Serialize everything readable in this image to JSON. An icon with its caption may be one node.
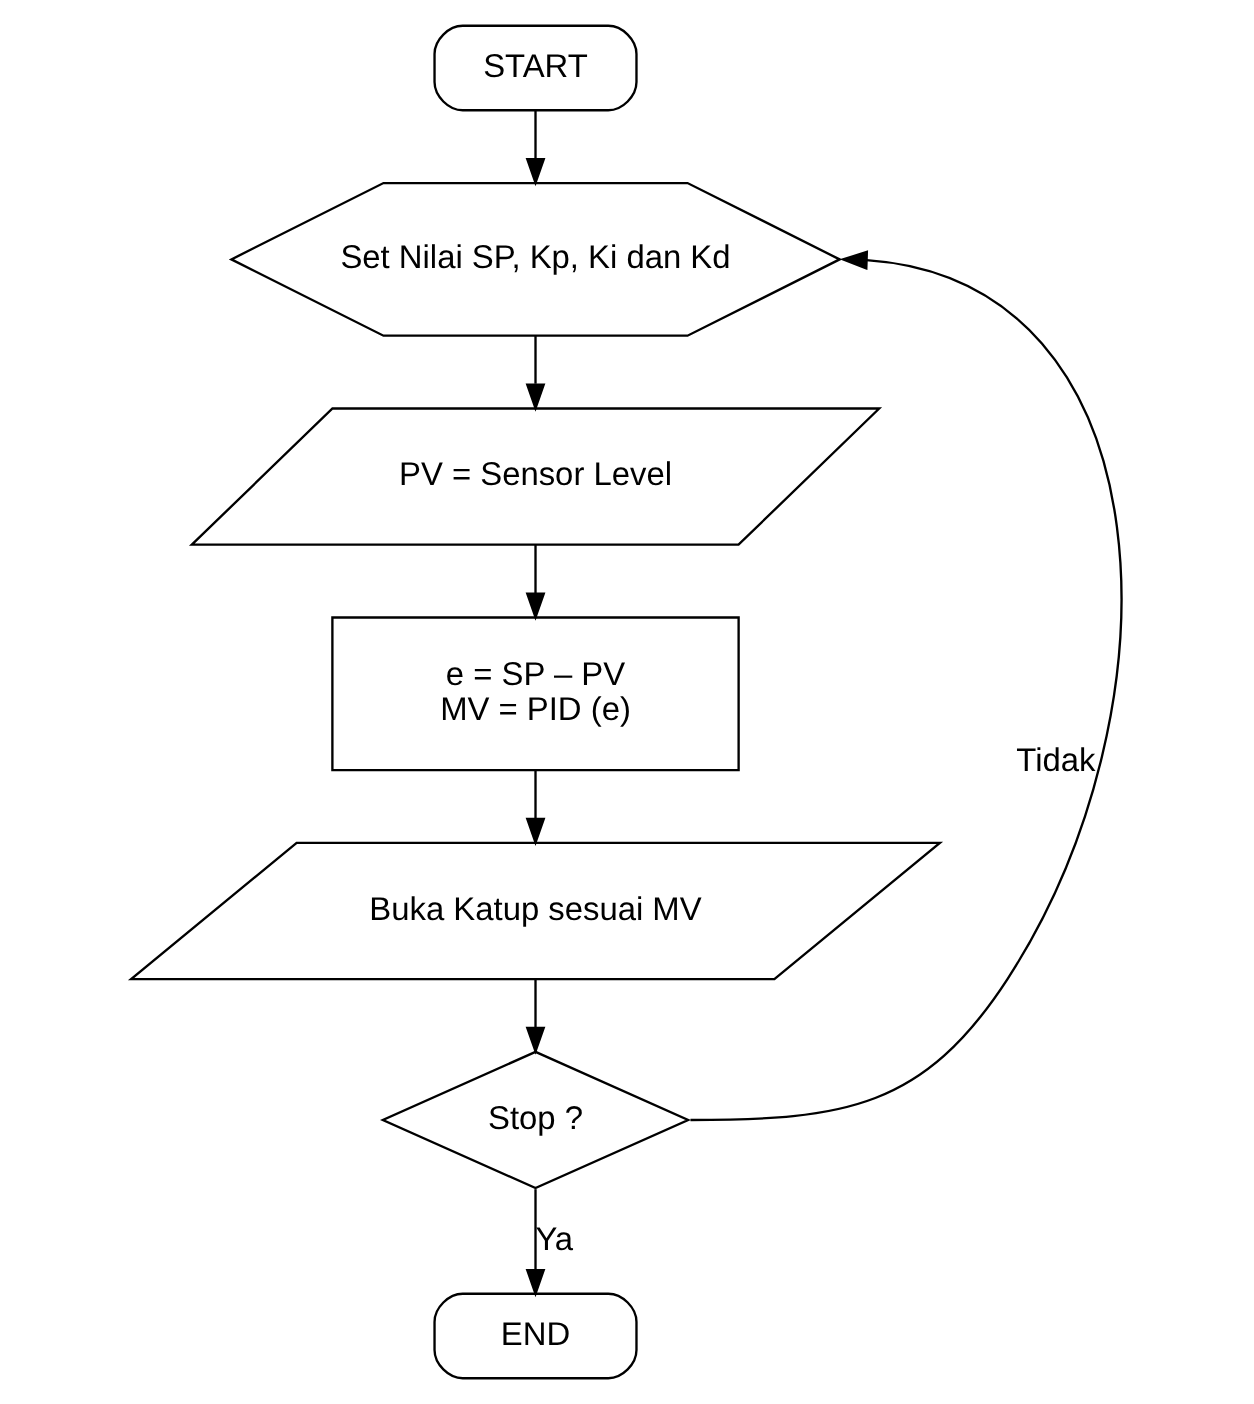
{
  "diagram": {
    "nodes": [
      {
        "text": [
          "START"
        ]
      },
      {
        "text": [
          "Set Nilai SP, Kp, Ki dan Kd"
        ]
      },
      {
        "text": [
          "PV = Sensor Level"
        ]
      },
      {
        "text": [
          "e = SP – PV",
          "MV = PID (e)"
        ]
      },
      {
        "text": [
          "Buka Katup sesuai MV"
        ]
      },
      {
        "text": [
          "Stop ?"
        ]
      },
      {
        "text": [
          "END"
        ]
      }
    ],
    "edges": [
      {
        "from": 0,
        "to": 1,
        "arrow": "to"
      },
      {
        "from": 1,
        "to": 2,
        "arrow": "to"
      },
      {
        "from": 2,
        "to": 3,
        "arrow": "to"
      },
      {
        "from": 3,
        "to": 4,
        "arrow": "to"
      },
      {
        "from": 4,
        "to": 5,
        "arrow": "to"
      },
      {
        "from": 5,
        "to": 1,
        "arrow": "to",
        "label": "Tidak"
      },
      {
        "from": 5,
        "to": 6,
        "arrow": "to",
        "label": "Ya"
      }
    ]
  }
}
